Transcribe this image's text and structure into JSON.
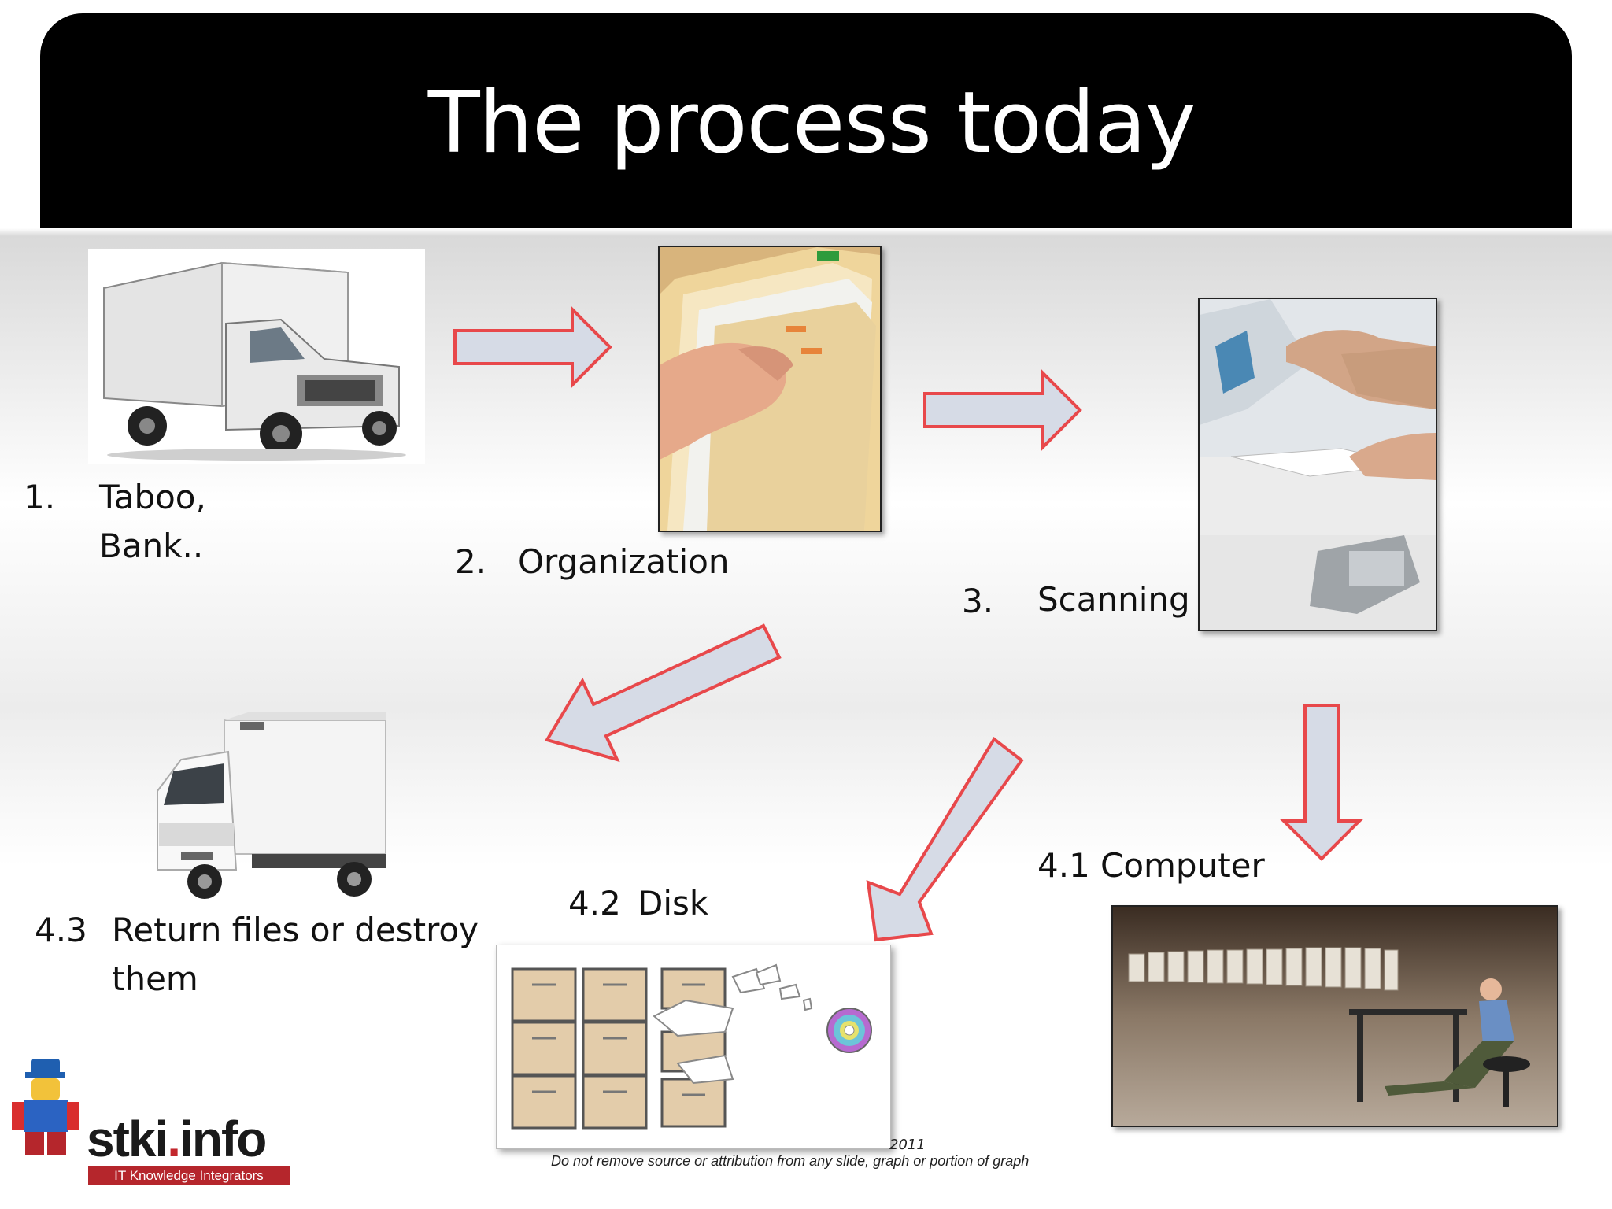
{
  "slide": {
    "title": "The process today"
  },
  "steps": {
    "s1": {
      "number": "1.",
      "line1": "Taboo,",
      "line2": "Bank.."
    },
    "s2": {
      "number": "2.",
      "label": "Organization"
    },
    "s3": {
      "number": "3.",
      "label": "Scanning"
    },
    "s41": {
      "number": "4.1",
      "label": "Computer"
    },
    "s42": {
      "number": "4.2",
      "label": "Disk"
    },
    "s43": {
      "number": "4.3",
      "line1": "Return files or destroy",
      "line2": "them"
    }
  },
  "footer": {
    "copyright_fragment": "2011",
    "notice": "Do not remove source or attribution from any slide, graph or portion of graph"
  },
  "logo": {
    "name_part1": "stki",
    "name_dot": ".",
    "name_part2": "info",
    "tagline": "IT Knowledge Integrators"
  },
  "colors": {
    "arrow_fill": "#d6dbe6",
    "arrow_stroke": "#e8484b",
    "title_bg": "#000000",
    "title_text": "#ffffff",
    "logo_red": "#b5262c"
  }
}
